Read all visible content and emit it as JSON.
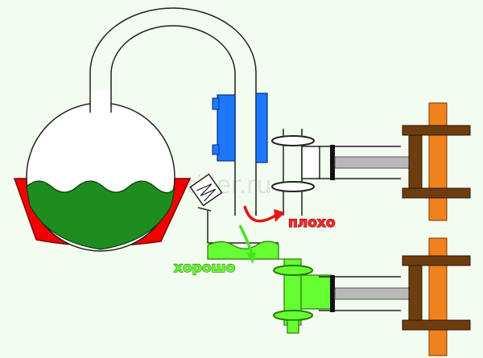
{
  "diagram": {
    "watermark": "HomeDistiller.ru",
    "labels": {
      "bad": "плохо",
      "good": "хорошо"
    },
    "colors": {
      "background": "#f2fcef",
      "liquid": "#1e8c1e",
      "heater": "#f20000",
      "condensate": "#66ff33",
      "cooler": "#1e78ff",
      "actuator_bracket": "#6e3d0f",
      "actuator_pin": "#f0821e",
      "bad_arrow": "#e61414",
      "good_arrow": "#41e61e"
    }
  }
}
